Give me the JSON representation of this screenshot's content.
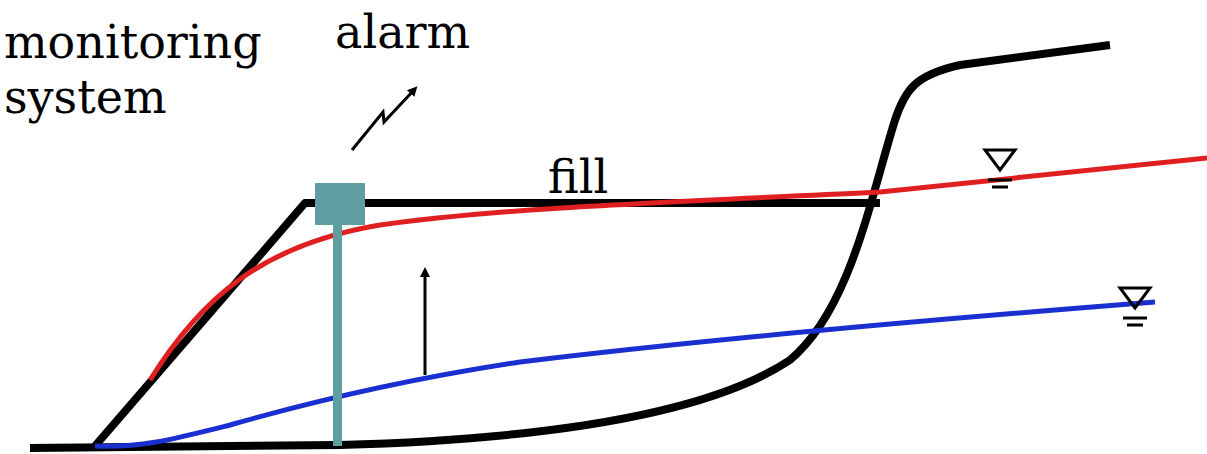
{
  "diagram": {
    "labels": [
      "alarm",
      "monitoring system",
      "fill"
    ]
  }
}
